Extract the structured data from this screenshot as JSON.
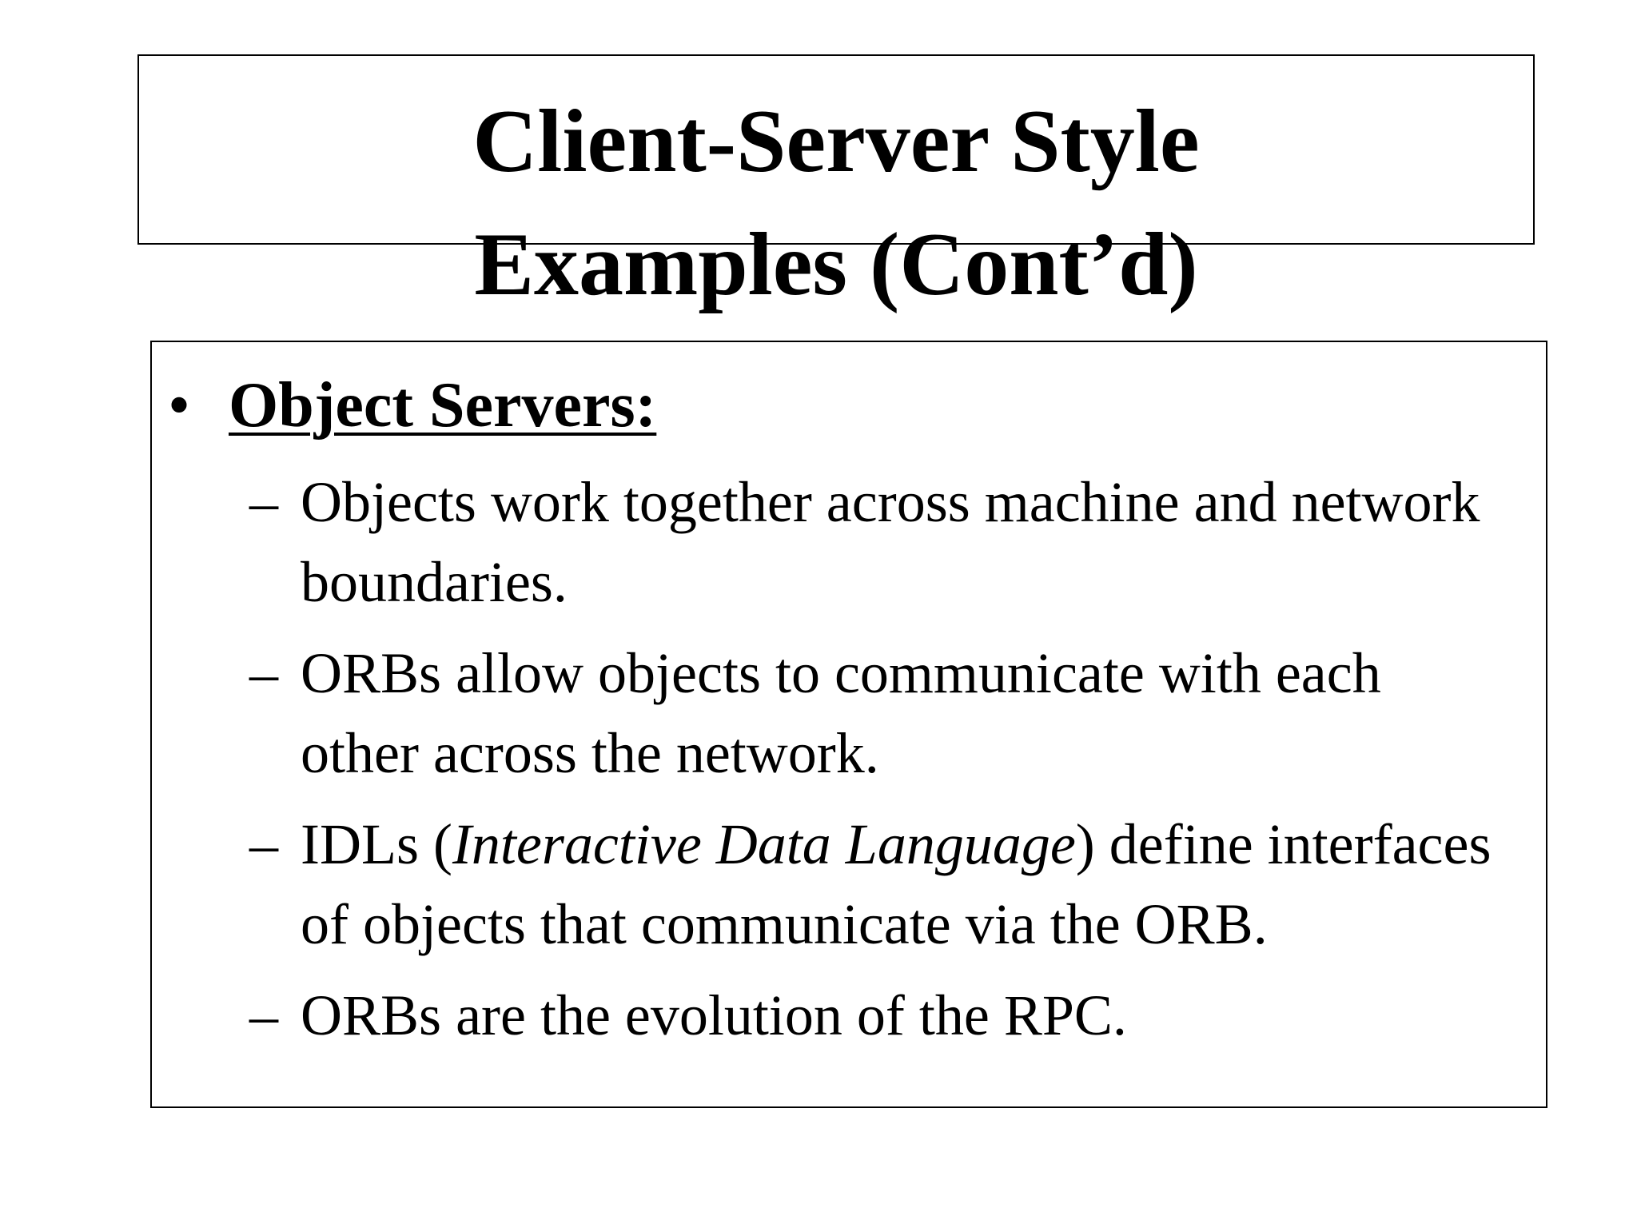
{
  "slide": {
    "title_line1": "Client-Server Style",
    "title_line2": "Examples (Cont’d)",
    "bullet_marker": "•",
    "heading": "Object Servers:",
    "dash_marker": "–",
    "items": [
      {
        "text": "Objects work together across machine and network boundaries."
      },
      {
        "text": "ORBs allow objects to communicate with each other across the network."
      },
      {
        "pre": "IDLs (",
        "italic": "Interactive Data Language",
        "post": ") define interfaces of objects that communicate via the ORB."
      },
      {
        "text": "ORBs are the evolution of the RPC."
      }
    ]
  }
}
